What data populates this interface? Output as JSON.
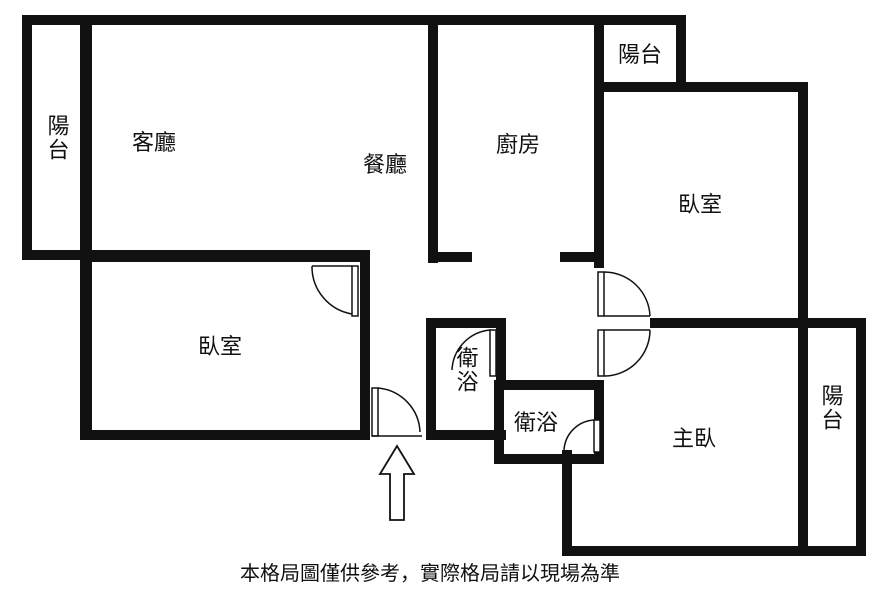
{
  "rooms": {
    "balcony_west": "陽台",
    "living_room": "客廳",
    "dining_room": "餐廳",
    "kitchen": "廚房",
    "balcony_north": "陽台",
    "bedroom_east": "臥室",
    "bedroom_west": "臥室",
    "bathroom_1": "衛浴",
    "bathroom_2": "衛浴",
    "master_bedroom": "主臥",
    "balcony_east": "陽台"
  },
  "footnote": "本格局圖僅供參考，實際格局請以現場為準",
  "colors": {
    "wall": "#111111",
    "background": "#ffffff"
  },
  "icons": {
    "entrance": "up-arrow-icon",
    "door": "door-swing-icon"
  }
}
